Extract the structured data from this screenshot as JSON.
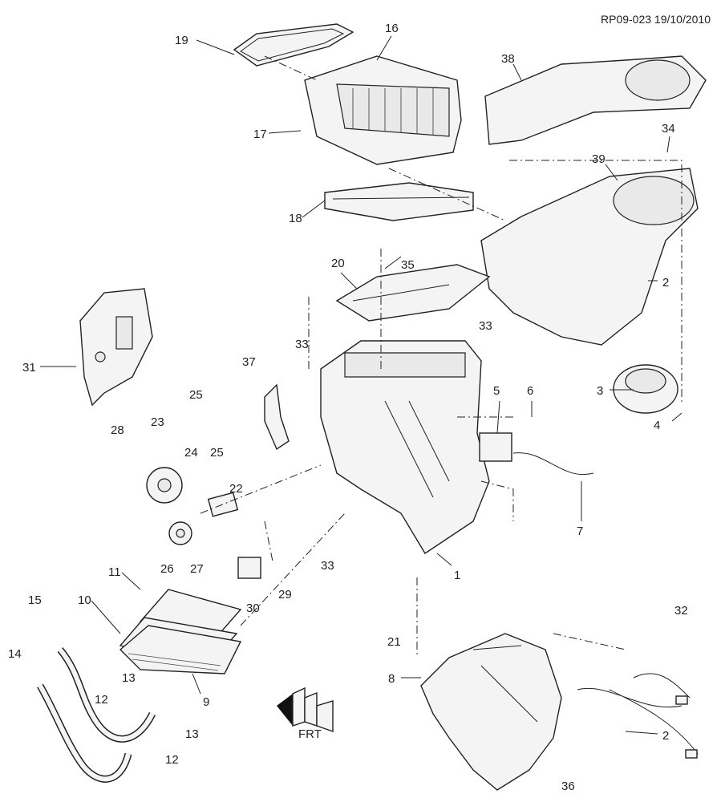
{
  "reference": "RP09-023 19/10/2010",
  "front_indicator": "FRT",
  "callouts": [
    {
      "id": "c1",
      "label": "1"
    },
    {
      "id": "c2a",
      "label": "2"
    },
    {
      "id": "c2b",
      "label": "2"
    },
    {
      "id": "c3",
      "label": "3"
    },
    {
      "id": "c4",
      "label": "4"
    },
    {
      "id": "c5",
      "label": "5"
    },
    {
      "id": "c6",
      "label": "6"
    },
    {
      "id": "c7",
      "label": "7"
    },
    {
      "id": "c8",
      "label": "8"
    },
    {
      "id": "c9",
      "label": "9"
    },
    {
      "id": "c10",
      "label": "10"
    },
    {
      "id": "c11",
      "label": "11"
    },
    {
      "id": "c12a",
      "label": "12"
    },
    {
      "id": "c12b",
      "label": "12"
    },
    {
      "id": "c13a",
      "label": "13"
    },
    {
      "id": "c13b",
      "label": "13"
    },
    {
      "id": "c14",
      "label": "14"
    },
    {
      "id": "c15",
      "label": "15"
    },
    {
      "id": "c16",
      "label": "16"
    },
    {
      "id": "c17",
      "label": "17"
    },
    {
      "id": "c18",
      "label": "18"
    },
    {
      "id": "c19",
      "label": "19"
    },
    {
      "id": "c20",
      "label": "20"
    },
    {
      "id": "c21",
      "label": "21"
    },
    {
      "id": "c22",
      "label": "22"
    },
    {
      "id": "c23",
      "label": "23"
    },
    {
      "id": "c24",
      "label": "24"
    },
    {
      "id": "c25a",
      "label": "25"
    },
    {
      "id": "c25b",
      "label": "25"
    },
    {
      "id": "c26",
      "label": "26"
    },
    {
      "id": "c27",
      "label": "27"
    },
    {
      "id": "c28",
      "label": "28"
    },
    {
      "id": "c29",
      "label": "29"
    },
    {
      "id": "c30",
      "label": "30"
    },
    {
      "id": "c31",
      "label": "31"
    },
    {
      "id": "c32",
      "label": "32"
    },
    {
      "id": "c33a",
      "label": "33"
    },
    {
      "id": "c33b",
      "label": "33"
    },
    {
      "id": "c33c",
      "label": "33"
    },
    {
      "id": "c34",
      "label": "34"
    },
    {
      "id": "c35",
      "label": "35"
    },
    {
      "id": "c36",
      "label": "36"
    },
    {
      "id": "c37",
      "label": "37"
    },
    {
      "id": "c38",
      "label": "38"
    },
    {
      "id": "c39",
      "label": "39"
    }
  ]
}
